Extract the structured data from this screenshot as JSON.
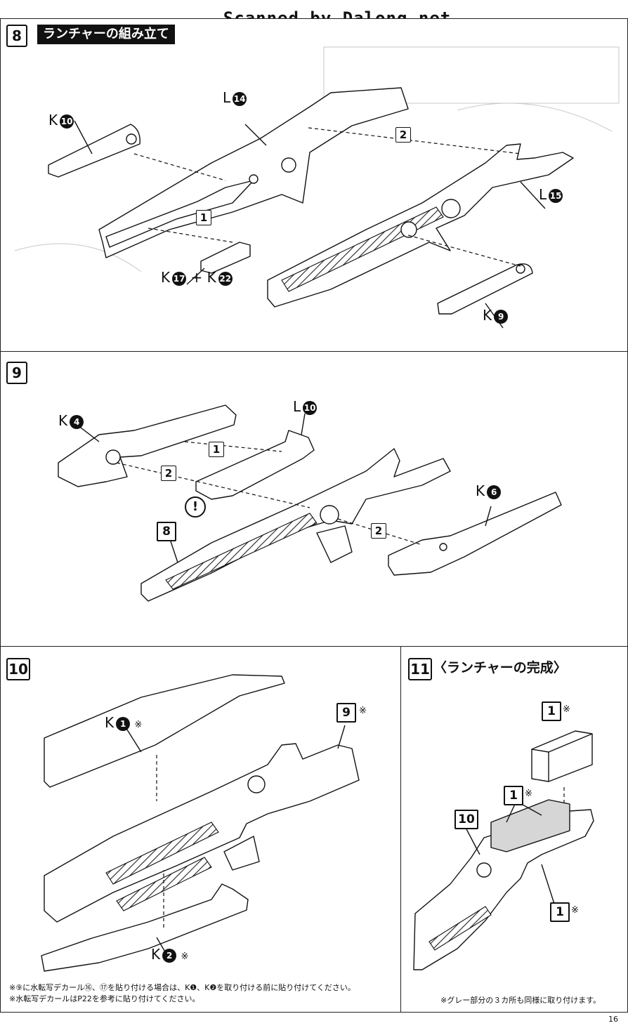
{
  "header": {
    "watermark": "Scanned by Dalong.net"
  },
  "step8": {
    "number": "8",
    "title": "ランチャーの組み立て",
    "parts": {
      "k10": {
        "letter": "K",
        "num": "10"
      },
      "l14": {
        "letter": "L",
        "num": "14"
      },
      "l15": {
        "letter": "L",
        "num": "15"
      },
      "k17": {
        "letter": "K",
        "num": "17"
      },
      "plus": "+",
      "k22": {
        "letter": "K",
        "num": "22"
      },
      "k9": {
        "letter": "K",
        "num": "9"
      }
    },
    "arrows": {
      "a1": "1",
      "a2": "2"
    }
  },
  "step9": {
    "number": "9",
    "parts": {
      "k4": {
        "letter": "K",
        "num": "4"
      },
      "l10": {
        "letter": "L",
        "num": "10"
      },
      "k6": {
        "letter": "K",
        "num": "6"
      }
    },
    "arrows": {
      "a1": "1",
      "a2": "2",
      "a3": "2"
    },
    "caution": "!",
    "ref_step": "8"
  },
  "step10": {
    "number": "10",
    "parts": {
      "k1": {
        "letter": "K",
        "num": "1",
        "mark": "※"
      },
      "k2": {
        "letter": "K",
        "num": "2",
        "mark": "※"
      }
    },
    "ref_step": "9",
    "ref_mark": "※",
    "notes": [
      "※⑨に水転写デカール⑯、⑰を貼り付ける場合は、K❶、K❷を取り付ける前に貼り付けてください。",
      "※水転写デカールはP22を参考に貼り付けてください。"
    ]
  },
  "step11": {
    "number": "11",
    "title": "〈ランチャーの完成〉",
    "callouts": [
      {
        "num": "1",
        "mark": "※"
      },
      {
        "num": "1",
        "mark": "※"
      },
      {
        "num": "1",
        "mark": "※"
      }
    ],
    "ref_step": "10",
    "note": "※グレー部分の３カ所も同様に取り付けます。"
  },
  "footer": {
    "page_number": "16"
  }
}
